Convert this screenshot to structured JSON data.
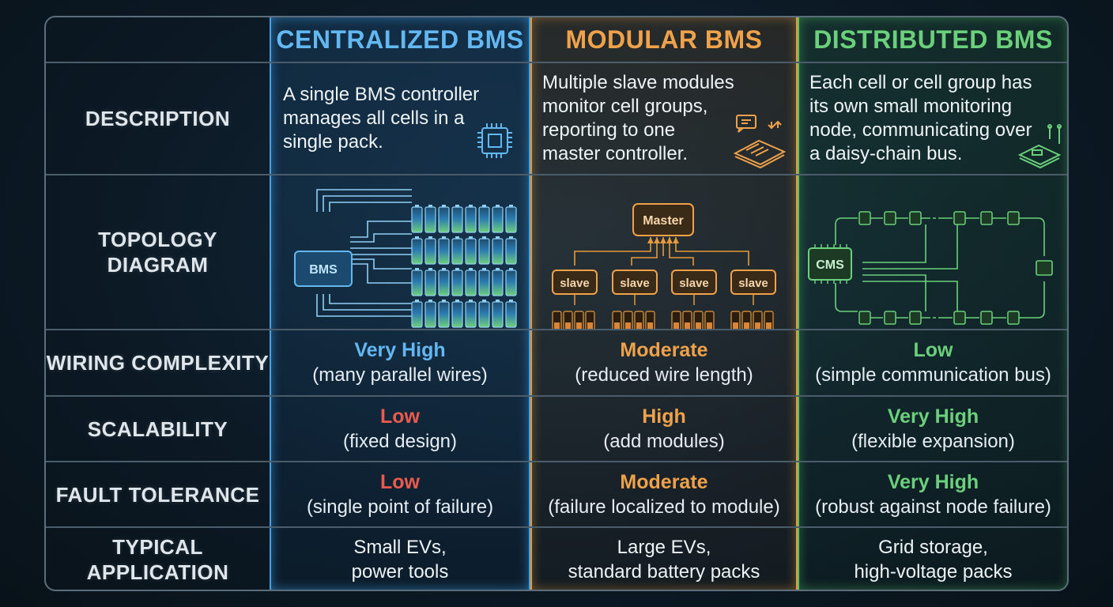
{
  "colors": {
    "centralized": "#63b8f2",
    "modular": "#f0a24a",
    "distributed": "#6bd07b",
    "low": "#ec5a4e"
  },
  "headers": {
    "centralized": "CENTRALIZED BMS",
    "modular": "MODULAR BMS",
    "distributed": "DISTRIBUTED BMS"
  },
  "rows": {
    "description": "DESCRIPTION",
    "topology_1": "TOPOLOGY",
    "topology_2": "DIAGRAM",
    "wiring": "WIRING COMPLEXITY",
    "scalability": "SCALABILITY",
    "fault": "FAULT TOLERANCE",
    "typical_1": "TYPICAL",
    "typical_2": "APPLICATION"
  },
  "description": {
    "centralized": [
      "A single BMS controller",
      "manages all cells in a",
      "single pack."
    ],
    "modular": [
      "Multiple slave modules",
      "monitor cell groups,",
      "reporting to one",
      "master controller."
    ],
    "distributed": [
      "Each cell or cell group has",
      "its own small monitoring",
      "node, communicating over",
      "a daisy-chain bus."
    ],
    "icons": [
      "chip-icon",
      "circuit-board-icon",
      "pcb-node-icon"
    ]
  },
  "topology": {
    "centralized_label": "BMS",
    "master_label": "Master",
    "slave_label": "slave",
    "distributed_label": "CMS"
  },
  "wiring": {
    "centralized": {
      "rating": "Very High",
      "note": "(many parallel wires)"
    },
    "modular": {
      "rating": "Moderate",
      "note": "(reduced wire length)"
    },
    "distributed": {
      "rating": "Low",
      "note": "(simple communication bus)"
    }
  },
  "scalability": {
    "centralized": {
      "rating": "Low",
      "note": "(fixed design)"
    },
    "modular": {
      "rating": "High",
      "note": "(add modules)"
    },
    "distributed": {
      "rating": "Very High",
      "note": "(flexible expansion)"
    }
  },
  "fault": {
    "centralized": {
      "rating": "Low",
      "note": "(single point of failure)"
    },
    "modular": {
      "rating": "Moderate",
      "note": "(failure localized to module)"
    },
    "distributed": {
      "rating": "Very High",
      "note": "(robust against node failure)"
    }
  },
  "application": {
    "centralized": [
      "Small EVs,",
      "power tools"
    ],
    "modular": [
      "Large EVs,",
      "standard battery packs"
    ],
    "distributed": [
      "Grid storage,",
      "high-voltage packs"
    ]
  }
}
